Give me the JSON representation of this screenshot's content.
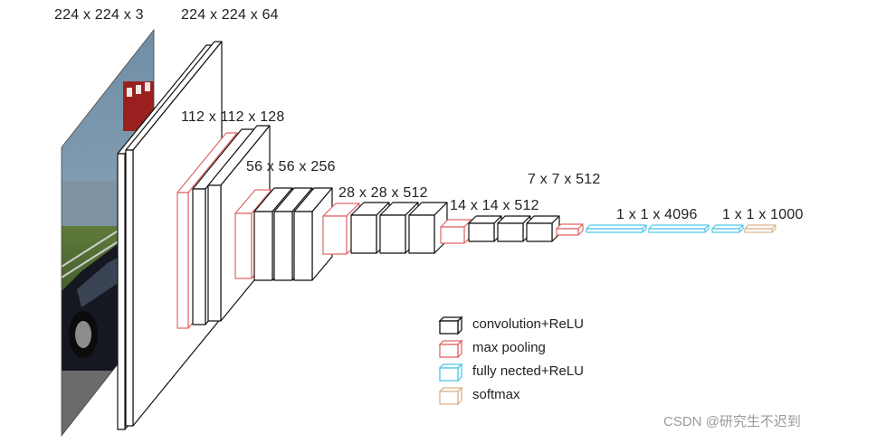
{
  "labels": {
    "input": "224 x 224 x 3",
    "conv1": "224 x 224 x 64",
    "conv2": "112 x 112 x 128",
    "conv3": "56 x 56 x 256",
    "conv4": "28 x 28 x 512",
    "conv5": "14 x 14 x 512",
    "pool5": "7 x 7 x 512",
    "fc": "1 x 1 x 4096",
    "softmax": "1 x 1 x 1000"
  },
  "legend": [
    {
      "label": "convolution+ReLU",
      "color": "#111111"
    },
    {
      "label": "max pooling",
      "color": "#e06666"
    },
    {
      "label": "fully nected+ReLU",
      "color": "#4fc8e8"
    },
    {
      "label": "softmax",
      "color": "#d9b38c"
    }
  ],
  "watermark": "CSDN @研究生不迟到",
  "colors": {
    "conv": "#111111",
    "pool": "#e06666",
    "fc": "#4fc8e8",
    "softmax": "#d9b38c"
  }
}
